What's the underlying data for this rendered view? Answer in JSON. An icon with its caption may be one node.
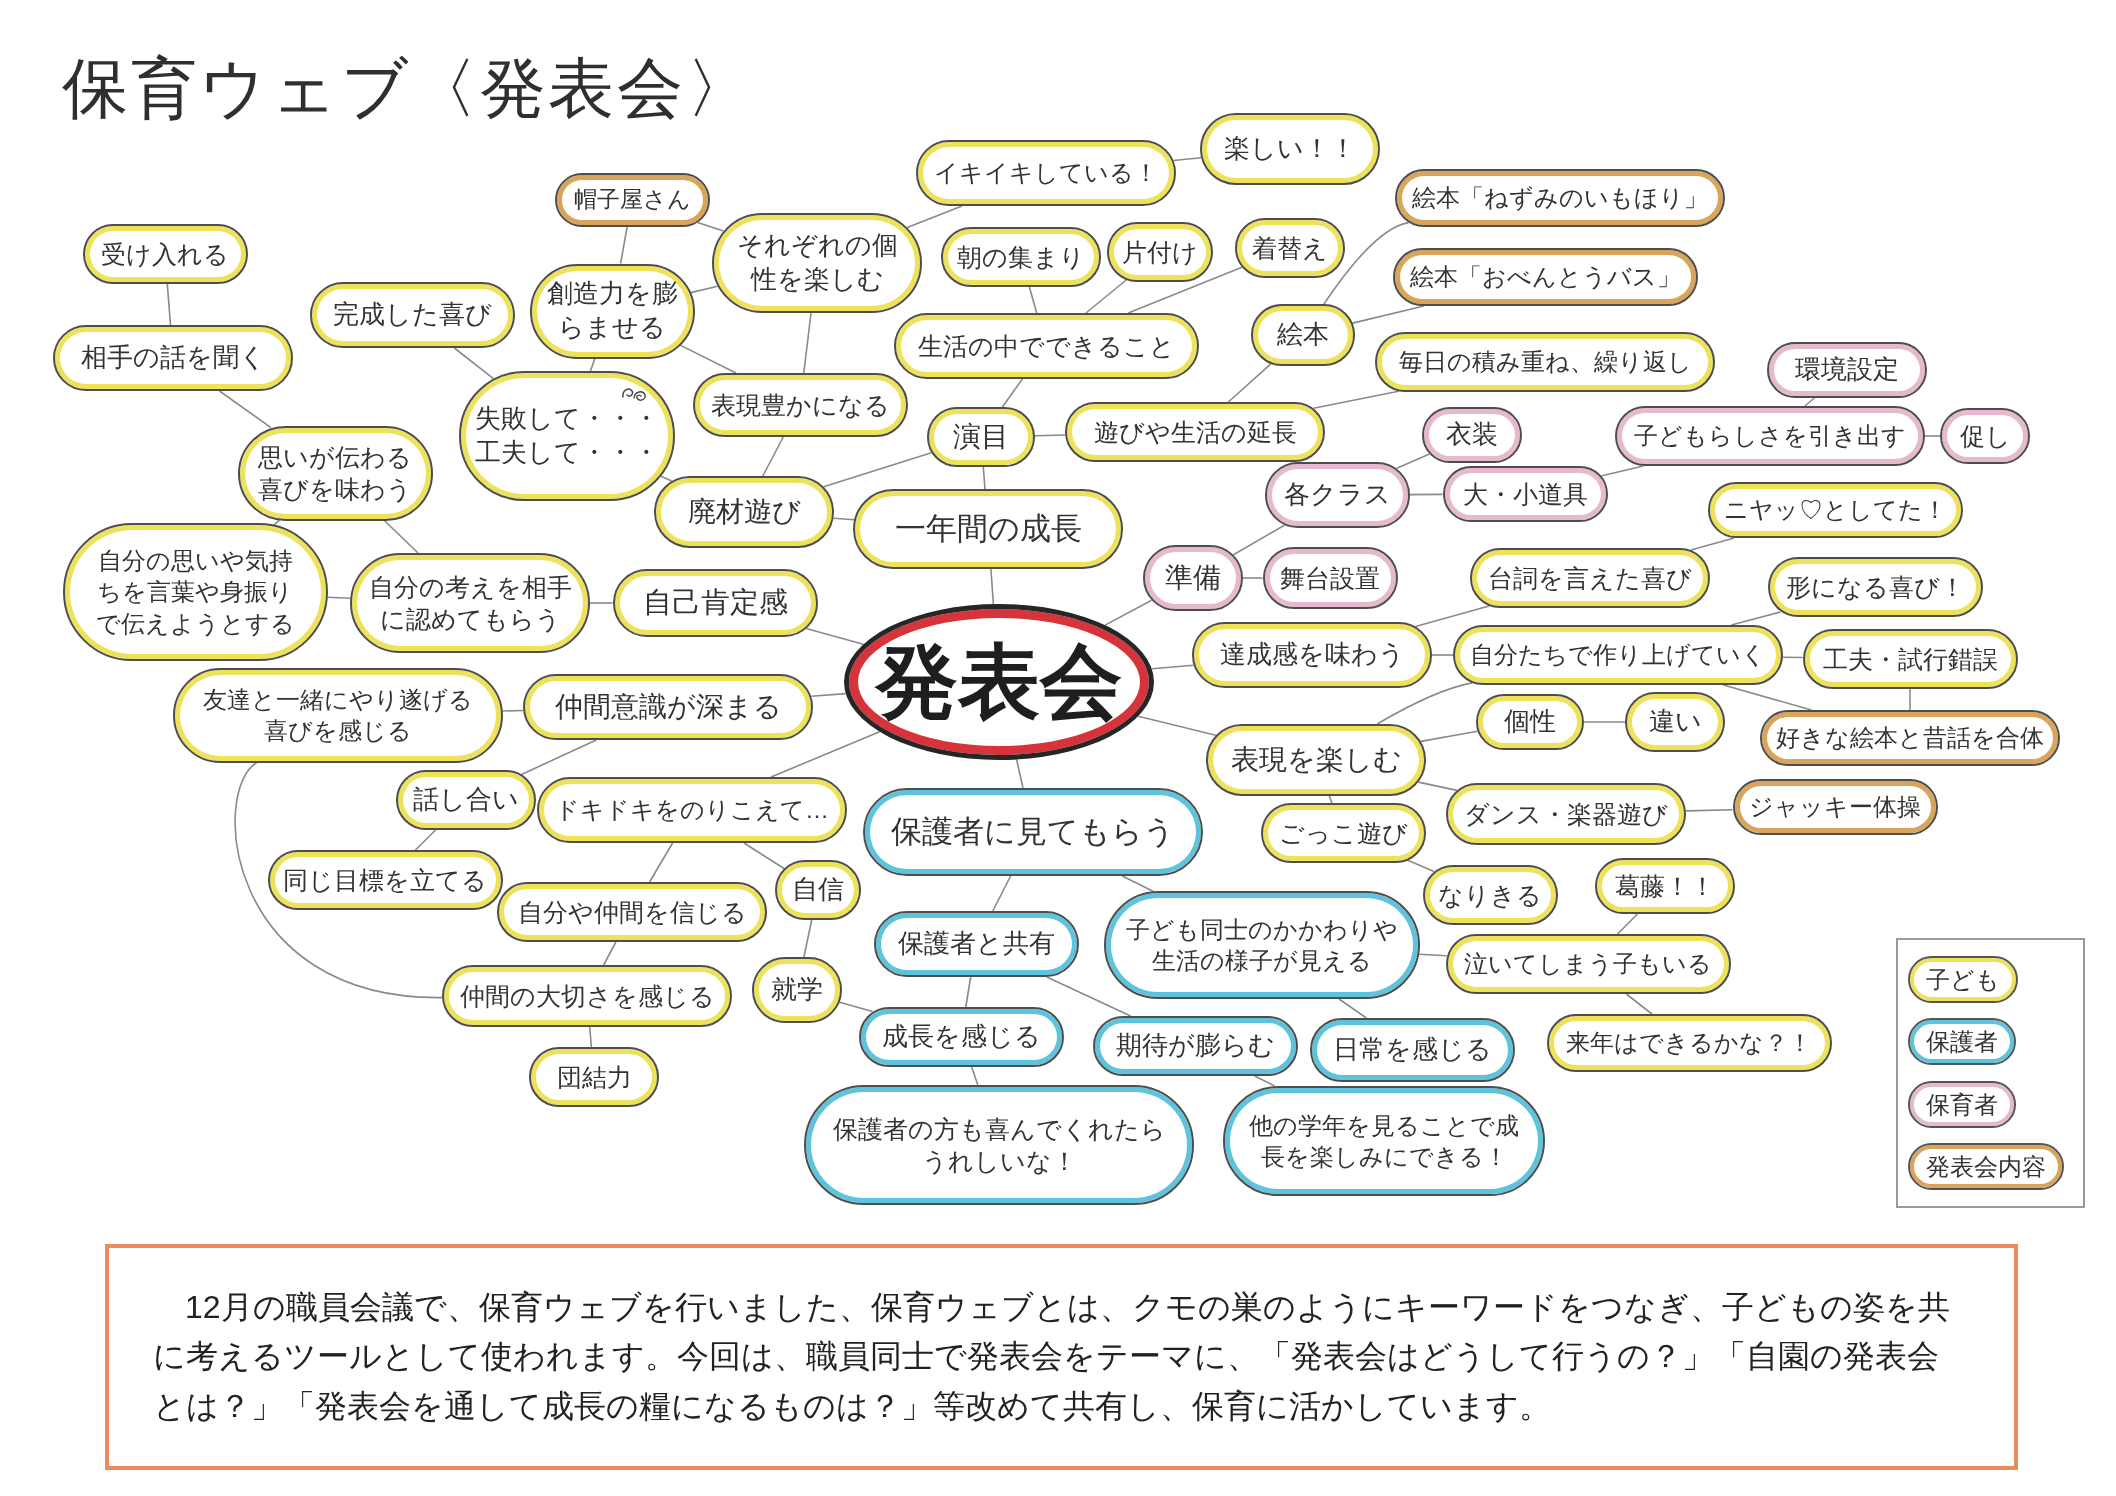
{
  "diagram": {
    "title": "保育ウェブ〈発表会〉",
    "nodes": [
      {
        "text": [
          "発表会"
        ]
      },
      {
        "text": [
          "一年間の成長"
        ]
      },
      {
        "text": [
          "演目"
        ]
      },
      {
        "text": [
          "廃材遊び"
        ]
      },
      {
        "text": [
          "表現豊かになる"
        ]
      },
      {
        "text": [
          "失敗して・・・工夫して・・・"
        ]
      },
      {
        "text": [
          "完成した喜び"
        ]
      },
      {
        "text": [
          "創造力を膨らませる"
        ]
      },
      {
        "text": [
          "帽子屋さん"
        ]
      },
      {
        "text": [
          "それぞれの個性を楽しむ"
        ]
      },
      {
        "text": [
          "イキイキしている！"
        ]
      },
      {
        "text": [
          "楽しい！！"
        ]
      },
      {
        "text": [
          "生活の中でできること"
        ]
      },
      {
        "text": [
          "朝の集まり"
        ]
      },
      {
        "text": [
          "片付け"
        ]
      },
      {
        "text": [
          "着替え"
        ]
      },
      {
        "text": [
          "遊びや生活の延長"
        ]
      },
      {
        "text": [
          "絵本"
        ]
      },
      {
        "text": [
          "絵本「ねずみのいもほり」"
        ]
      },
      {
        "text": [
          "絵本「おべんとうバス」"
        ]
      },
      {
        "text": [
          "毎日の積み重ね、繰り返し"
        ]
      },
      {
        "text": [
          "準備"
        ]
      },
      {
        "text": [
          "各クラス"
        ]
      },
      {
        "text": [
          "衣装"
        ]
      },
      {
        "text": [
          "大・小道具"
        ]
      },
      {
        "text": [
          "子どもらしさを引き出す"
        ]
      },
      {
        "text": [
          "環境設定"
        ]
      },
      {
        "text": [
          "促し"
        ]
      },
      {
        "text": [
          "舞台設置"
        ]
      },
      {
        "text": [
          "達成感を味わう"
        ]
      },
      {
        "text": [
          "台詞を言えた喜び"
        ]
      },
      {
        "text": [
          "ニヤッ♡としてた！"
        ]
      },
      {
        "text": [
          "自分たちで作り上げていく"
        ]
      },
      {
        "text": [
          "形になる喜び！"
        ]
      },
      {
        "text": [
          "工夫・試行錯誤"
        ]
      },
      {
        "text": [
          "好きな絵本と昔話を合体"
        ]
      },
      {
        "text": [
          "表現を楽しむ"
        ]
      },
      {
        "text": [
          "個性"
        ]
      },
      {
        "text": [
          "違い"
        ]
      },
      {
        "text": [
          "ダンス・楽器遊び"
        ]
      },
      {
        "text": [
          "ジャッキー体操"
        ]
      },
      {
        "text": [
          "ごっこ遊び"
        ]
      },
      {
        "text": [
          "なりきる"
        ]
      },
      {
        "text": [
          "葛藤！！"
        ]
      },
      {
        "text": [
          "泣いてしまう子もいる"
        ]
      },
      {
        "text": [
          "来年はできるかな？！"
        ]
      },
      {
        "text": [
          "保護者に見てもらう"
        ]
      },
      {
        "text": [
          "保護者と共有"
        ]
      },
      {
        "text": [
          "成長を感じる"
        ]
      },
      {
        "text": [
          "保護者の方も喜んでくれたらうれしいな！"
        ]
      },
      {
        "text": [
          "期待が膨らむ"
        ]
      },
      {
        "text": [
          "子ども同士のかかわりや生活の様子が見える"
        ]
      },
      {
        "text": [
          "日常を感じる"
        ]
      },
      {
        "text": [
          "他の学年を見ることで成長を楽しみにできる！"
        ]
      },
      {
        "text": [
          "自己肯定感"
        ]
      },
      {
        "text": [
          "自分の考えを相手に認めてもらう"
        ]
      },
      {
        "text": [
          "自分の思いや気持ちを言葉や身振りで伝えようとする"
        ]
      },
      {
        "text": [
          "思いが伝わる喜びを味わう"
        ]
      },
      {
        "text": [
          "相手の話を聞く"
        ]
      },
      {
        "text": [
          "受け入れる"
        ]
      },
      {
        "text": [
          "仲間意識が深まる"
        ]
      },
      {
        "text": [
          "友達と一緒にやり遂げる喜びを感じる"
        ]
      },
      {
        "text": [
          "話し合い"
        ]
      },
      {
        "text": [
          "同じ目標を立てる"
        ]
      },
      {
        "text": [
          "ドキドキをのりこえて…"
        ]
      },
      {
        "text": [
          "自信"
        ]
      },
      {
        "text": [
          "自分や仲間を信じる"
        ]
      },
      {
        "text": [
          "仲間の大切さを感じる"
        ]
      },
      {
        "text": [
          "団結力"
        ]
      },
      {
        "text": [
          "就学"
        ]
      }
    ],
    "edges": [
      {
        "from": 0,
        "to": 1,
        "arrow": "none"
      },
      {
        "from": 0,
        "to": 54,
        "arrow": "none"
      },
      {
        "from": 0,
        "to": 60,
        "arrow": "none"
      },
      {
        "from": 0,
        "to": 64,
        "arrow": "none"
      },
      {
        "from": 0,
        "to": 46,
        "arrow": "none"
      },
      {
        "from": 0,
        "to": 21,
        "arrow": "none"
      },
      {
        "from": 0,
        "to": 29,
        "arrow": "none"
      },
      {
        "from": 0,
        "to": 36,
        "arrow": "none"
      },
      {
        "from": 1,
        "to": 2,
        "arrow": "none"
      },
      {
        "from": 1,
        "to": 3,
        "arrow": "none"
      },
      {
        "from": 2,
        "to": 16,
        "arrow": "none"
      },
      {
        "from": 2,
        "to": 12,
        "arrow": "none"
      },
      {
        "from": 2,
        "to": 3,
        "arrow": "none"
      },
      {
        "from": 3,
        "to": 4,
        "arrow": "none"
      },
      {
        "from": 3,
        "to": 5,
        "arrow": "none"
      },
      {
        "from": 4,
        "to": 9,
        "arrow": "none"
      },
      {
        "from": 4,
        "to": 7,
        "arrow": "none"
      },
      {
        "from": 5,
        "to": 6,
        "arrow": "none"
      },
      {
        "from": 5,
        "to": 7,
        "arrow": "none"
      },
      {
        "from": 7,
        "to": 8,
        "arrow": "none"
      },
      {
        "from": 7,
        "to": 9,
        "arrow": "none"
      },
      {
        "from": 8,
        "to": 9,
        "arrow": "none"
      },
      {
        "from": 9,
        "to": 10,
        "arrow": "none"
      },
      {
        "from": 10,
        "to": 11,
        "arrow": "none"
      },
      {
        "from": 12,
        "to": 13,
        "arrow": "none"
      },
      {
        "from": 12,
        "to": 14,
        "arrow": "none"
      },
      {
        "from": 12,
        "to": 15,
        "arrow": "none"
      },
      {
        "from": 16,
        "to": 17,
        "arrow": "none"
      },
      {
        "from": 16,
        "to": 20,
        "arrow": "none"
      },
      {
        "from": 17,
        "to": 18,
        "arrow": "none"
      },
      {
        "from": 17,
        "to": 19,
        "arrow": "none"
      },
      {
        "from": 21,
        "to": 22,
        "arrow": "none"
      },
      {
        "from": 21,
        "to": 28,
        "arrow": "none"
      },
      {
        "from": 22,
        "to": 23,
        "arrow": "none"
      },
      {
        "from": 22,
        "to": 24,
        "arrow": "none"
      },
      {
        "from": 24,
        "to": 25,
        "arrow": "none"
      },
      {
        "from": 25,
        "to": 26,
        "arrow": "none"
      },
      {
        "from": 25,
        "to": 27,
        "arrow": "none"
      },
      {
        "from": 29,
        "to": 30,
        "arrow": "none"
      },
      {
        "from": 29,
        "to": 32,
        "arrow": "none"
      },
      {
        "from": 30,
        "to": 31,
        "arrow": "none"
      },
      {
        "from": 32,
        "to": 33,
        "arrow": "none"
      },
      {
        "from": 32,
        "to": 34,
        "arrow": "none"
      },
      {
        "from": 32,
        "to": 35,
        "arrow": "none"
      },
      {
        "from": 34,
        "to": 35,
        "arrow": "none"
      },
      {
        "from": 36,
        "to": 32,
        "arrow": "none"
      },
      {
        "from": 36,
        "to": 37,
        "arrow": "none"
      },
      {
        "from": 36,
        "to": 39,
        "arrow": "none"
      },
      {
        "from": 36,
        "to": 41,
        "arrow": "none"
      },
      {
        "from": 37,
        "to": 38,
        "arrow": "none"
      },
      {
        "from": 39,
        "to": 40,
        "arrow": "none"
      },
      {
        "from": 41,
        "to": 42,
        "arrow": "none"
      },
      {
        "from": 43,
        "to": 44,
        "arrow": "none"
      },
      {
        "from": 44,
        "to": 45,
        "arrow": "none"
      },
      {
        "from": 44,
        "to": 51,
        "arrow": "none"
      },
      {
        "from": 46,
        "to": 47,
        "arrow": "none"
      },
      {
        "from": 46,
        "to": 51,
        "arrow": "none"
      },
      {
        "from": 47,
        "to": 48,
        "arrow": "none"
      },
      {
        "from": 47,
        "to": 50,
        "arrow": "none"
      },
      {
        "from": 48,
        "to": 49,
        "arrow": "none"
      },
      {
        "from": 48,
        "to": 69,
        "arrow": "none"
      },
      {
        "from": 50,
        "to": 53,
        "arrow": "none"
      },
      {
        "from": 51,
        "to": 52,
        "arrow": "none"
      },
      {
        "from": 54,
        "to": 55,
        "arrow": "none"
      },
      {
        "from": 55,
        "to": 57,
        "arrow": "none"
      },
      {
        "from": 55,
        "to": 56,
        "arrow": "none"
      },
      {
        "from": 57,
        "to": 56,
        "arrow": "none"
      },
      {
        "from": 57,
        "to": 58,
        "arrow": "none"
      },
      {
        "from": 58,
        "to": 59,
        "arrow": "none"
      },
      {
        "from": 60,
        "to": 61,
        "arrow": "none"
      },
      {
        "from": 60,
        "to": 62,
        "arrow": "none"
      },
      {
        "from": 61,
        "to": 67,
        "arrow": "none"
      },
      {
        "from": 62,
        "to": 63,
        "arrow": "none"
      },
      {
        "from": 64,
        "to": 66,
        "arrow": "none"
      },
      {
        "from": 64,
        "to": 65,
        "arrow": "none"
      },
      {
        "from": 66,
        "to": 67,
        "arrow": "none"
      },
      {
        "from": 65,
        "to": 69,
        "arrow": "none"
      },
      {
        "from": 67,
        "to": 68,
        "arrow": "none"
      }
    ],
    "legend": [
      {
        "text": "子ども",
        "color": "#ede25a"
      },
      {
        "text": "保護者",
        "color": "#5ec3dc"
      },
      {
        "text": "保育者",
        "color": "#e6b9cf"
      },
      {
        "text": "発表会内容",
        "color": "#d9a55a"
      }
    ],
    "caption": "12月の職員会議で、保育ウェブを行いました、保育ウェブとは、クモの巣のようにキーワードをつなぎ、子どもの姿を共に考えるツールとして使われます。今回は、職員同士で発表会をテーマに、「発表会はどうして行うの？」「自園の発表会とは？」「発表会を通して成長の糧になるものは？」等改めて共有し、保育に活かしています。"
  }
}
